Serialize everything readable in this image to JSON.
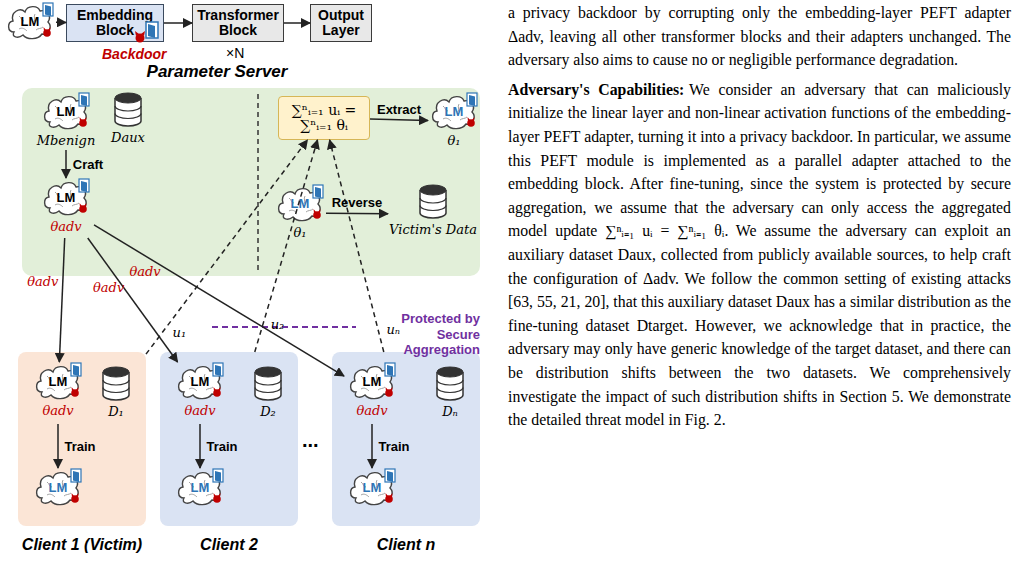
{
  "diagram": {
    "nodes": [
      {
        "text": [
          "LM"
        ]
      },
      {
        "text": [
          "Embedding Block"
        ]
      },
      {
        "text": [
          "Transformer Block"
        ]
      },
      {
        "text": [
          "Output Layer"
        ]
      },
      {
        "text": [
          "Parameter Server"
        ]
      },
      {
        "text": [
          "LM",
          "Mbenign"
        ],
        "in": 4
      },
      {
        "text": [
          "Daux"
        ],
        "in": 4
      },
      {
        "text": [
          "∑ⁿᵢ₌₁ uᵢ = ∑ⁿᵢ₌₁ θᵢ"
        ],
        "in": 4
      },
      {
        "text": [
          "LM",
          "θ₁"
        ],
        "in": 4
      },
      {
        "text": [
          "LM",
          "θadv"
        ],
        "in": 4
      },
      {
        "text": [
          "LM",
          "θ₁"
        ],
        "in": 4
      },
      {
        "text": [
          "Victim's Data"
        ],
        "in": 4
      },
      {
        "text": [
          "Client 1 (Victim)"
        ]
      },
      {
        "text": [
          "LM",
          "θadv"
        ],
        "in": 12
      },
      {
        "text": [
          "D₁"
        ],
        "in": 12
      },
      {
        "text": [
          "LM"
        ],
        "in": 12
      },
      {
        "text": [
          "Client 2"
        ]
      },
      {
        "text": [
          "LM",
          "θadv"
        ],
        "in": 16
      },
      {
        "text": [
          "D₂"
        ],
        "in": 16
      },
      {
        "text": [
          "LM"
        ],
        "in": 16
      },
      {
        "text": [
          "Client n"
        ]
      },
      {
        "text": [
          "LM",
          "θadv"
        ],
        "in": 20
      },
      {
        "text": [
          "Dₙ"
        ],
        "in": 20
      },
      {
        "text": [
          "LM"
        ],
        "in": 20
      }
    ],
    "edges": [
      {
        "from": 0,
        "to": 1,
        "arrow": "to"
      },
      {
        "from": 1,
        "to": 2,
        "arrow": "to"
      },
      {
        "from": 2,
        "to": 3,
        "arrow": "to"
      },
      {
        "from": 5,
        "to": 9,
        "label": "Craft",
        "arrow": "to"
      },
      {
        "from": 7,
        "to": 8,
        "label": "Extract",
        "arrow": "to"
      },
      {
        "from": 10,
        "to": 11,
        "label": "Reverse",
        "arrow": "to"
      },
      {
        "from": 9,
        "to": 13,
        "label": "θadv",
        "arrow": "to"
      },
      {
        "from": 9,
        "to": 17,
        "label": "θadv",
        "arrow": "to"
      },
      {
        "from": 9,
        "to": 21,
        "label": "θadv",
        "arrow": "to"
      },
      {
        "from": 13,
        "to": 15,
        "label": "Train",
        "arrow": "to"
      },
      {
        "from": 17,
        "to": 19,
        "label": "Train",
        "arrow": "to"
      },
      {
        "from": 21,
        "to": 23,
        "label": "Train",
        "arrow": "to"
      },
      {
        "from": 12,
        "to": 7,
        "label": "u₁",
        "arrow": "to"
      },
      {
        "from": 16,
        "to": 7,
        "label": "u₂",
        "arrow": "to"
      },
      {
        "from": 20,
        "to": 7,
        "label": "uₙ",
        "arrow": "to"
      }
    ],
    "labels": [
      "Backdoor",
      "×N",
      "Protected by Secure Aggregation",
      "...",
      "a privacy backdoor by corrupting only the embedding-layer PEFT adapter Δadv, leaving all other transformer blocks and their adapters unchanged. The adversary also aims to cause no or negligible performance degradation.",
      "Adversary's Capabilities:",
      "We consider an adversary that can maliciously initialize the linear layer and non-linear activation functions of the embedding-layer PEFT adapter, turning it into a privacy backdoor. In particular, we assume this PEFT module is implemented as a parallel adapter attached to the embedding block. After fine-tuning, since the system is protected by secure aggregation, we assume that the adversary can only access the aggregated model update ∑ⁿᵢ₌₁ uᵢ = ∑ⁿᵢ₌₁ θᵢ. We assume the adversary can exploit an auxiliary dataset Daux, collected from publicly available sources, to help craft the configuration of Δadv. We follow the common setting of existing attacks [63, 55, 21, 20], that this auxiliary dataset Daux has a similar distribution as the fine-tuning dataset Dtarget. However, we acknowledge that in practice, the adversary may only have generic knowledge of the target dataset, and there can be distribution shifts between the two datasets. We comprehensively investigate the impact of such distribution shifts in Section 5. We demonstrate the detailed threat model in Fig. 2."
    ]
  }
}
